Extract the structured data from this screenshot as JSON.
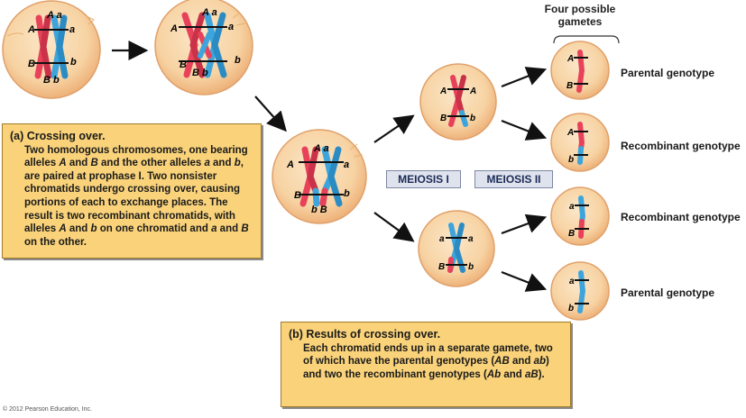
{
  "gametes_header": "Four possible\ngametes",
  "meiosis_1": "MEIOSIS I",
  "meiosis_2": "MEIOSIS II",
  "genotypes": [
    "Parental genotype",
    "Recombinant genotype",
    "Recombinant genotype",
    "Parental genotype"
  ],
  "caption_a": {
    "lead": "(a) Crossing over.",
    "text_html": "Two homologous chromosomes, one bearing alleles <i>A</i> and <i>B</i> and the other alleles <i>a</i> and <i>b</i>, are paired at prophase I. Two nonsister chromatids undergo crossing over, causing portions of each to exchange places. The result is two recombinant chromatids, with alleles <i>A</i> and <i>b</i> on one chromatid and <i>a</i> and <i>B</i> on the other."
  },
  "caption_b": {
    "lead": "(b) Results of crossing over.",
    "text_html": "Each chromatid ends up in a separate gamete, two of which have the parental genotypes (<i>AB</i> and <i>ab</i>) and two the recombinant genotypes (<i>Ab</i> and <i>aB</i>)."
  },
  "allele_labels": {
    "c1_top": "A a",
    "c1_left_A": "A",
    "c1_right_a": "a",
    "c1_left_B": "B",
    "c1_right_b": "b",
    "c1_bottom": "B b",
    "c2_top": "A a",
    "c2_left_A": "A",
    "c2_right_a": "a",
    "c2_left_B": "B",
    "c2_right_b": "b",
    "c2_bottom": "B b",
    "c3_top": "A a",
    "c3_left_A": "A",
    "c3_right_a": "a",
    "c3_left_B": "B",
    "c3_right_b": "b",
    "c3_bottom": "b B",
    "c4_left_A": "A",
    "c4_right_A": "A",
    "c4_left_B": "B",
    "c4_right_b": "b",
    "c5_left_a": "a",
    "c5_right_a": "a",
    "c5_left_B": "B",
    "c5_right_b": "b",
    "g1_top": "A",
    "g1_bottom": "B",
    "g2_top": "A",
    "g2_bottom": "b",
    "g3_top": "a",
    "g3_bottom": "B",
    "g4_top": "a",
    "g4_bottom": "b"
  },
  "copyright": "© 2012 Pearson Education, Inc.",
  "colors": {
    "cell_fill": "#f7d3a3",
    "cell_edge": "#e0a06a",
    "red_chromosome": "#e8425a",
    "blue_chromosome": "#3ea5dc",
    "caption_bg": "#f9d27a"
  }
}
